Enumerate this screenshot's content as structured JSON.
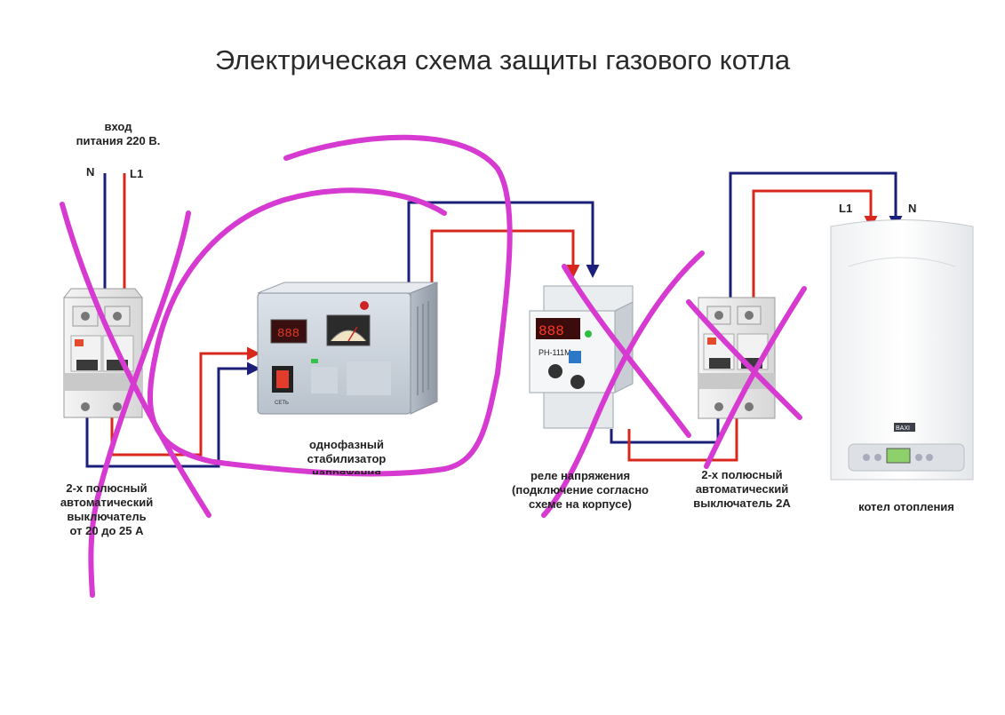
{
  "title": "Электрическая схема защиты газового котла",
  "input": {
    "label_line1": "вход",
    "label_line2": "питания 220 В.",
    "n_label": "N",
    "l_label": "L1"
  },
  "breaker_main": {
    "line1": "2-х полюсный",
    "line2": "автоматический",
    "line3": "выключатель",
    "line4": "от 20 до 25 А"
  },
  "stabilizer": {
    "line1": "однофазный",
    "line2": "стабилизатор",
    "line3": "напряжения",
    "switch_text": "СЕТЬ"
  },
  "relay": {
    "line1": "реле напряжения",
    "line2": "(подключение согласно",
    "line3": "схеме на корпусе)",
    "model": "РН-111М"
  },
  "breaker_2a": {
    "line1": "2-х полюсный",
    "line2": "автоматический",
    "line3": "выключатель 2А"
  },
  "boiler": {
    "label": "котел отопления",
    "l_label": "L1",
    "n_label": "N",
    "brand": "BAXI"
  },
  "colors": {
    "phase_wire": "#d8281d",
    "neutral_wire": "#1b1f7a",
    "marker": "#d63ad0"
  }
}
